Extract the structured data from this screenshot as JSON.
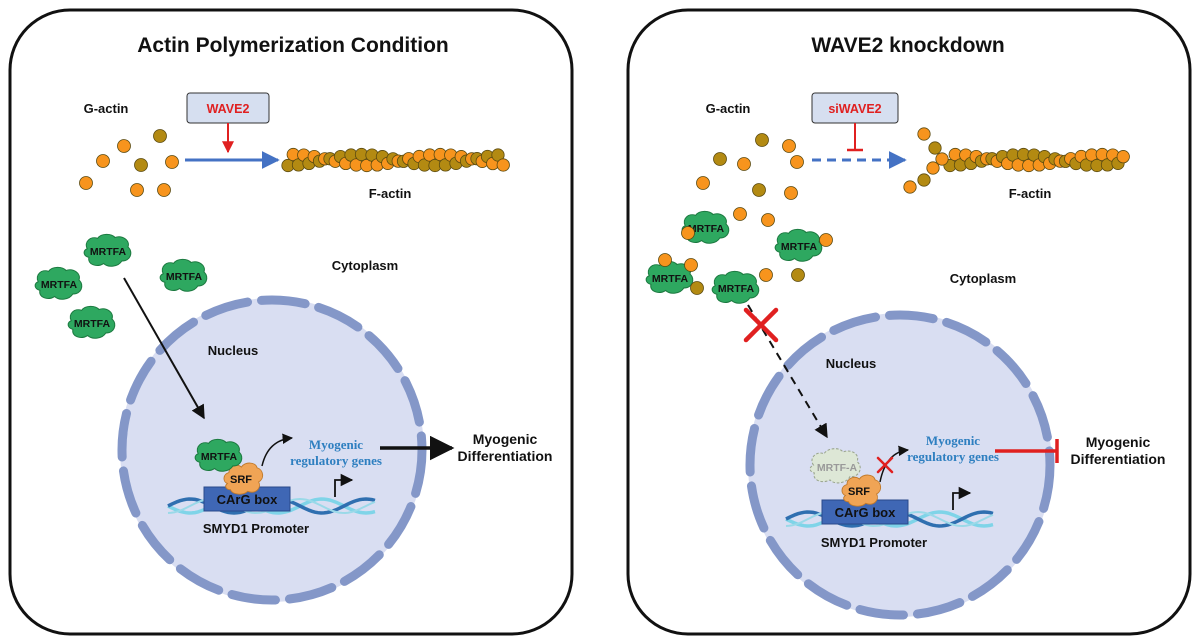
{
  "left": {
    "title": "Actin Polymerization Condition",
    "g_actin": "G-actin",
    "regulator": "WAVE2",
    "f_actin": "F-actin",
    "cytoplasm": "Cytoplasm",
    "nucleus": "Nucleus",
    "mrtfa": "MRTFA",
    "srf": "SRF",
    "carg": "CArG box",
    "genes_line1": "Myogenic",
    "genes_line2": "regulatory genes",
    "promoter": "SMYD1 Promoter",
    "outcome_line1": "Myogenic",
    "outcome_line2": "Differentiation"
  },
  "right": {
    "title": "WAVE2 knockdown",
    "g_actin": "G-actin",
    "regulator": "siWAVE2",
    "f_actin": "F-actin",
    "cytoplasm": "Cytoplasm",
    "nucleus": "Nucleus",
    "mrtfa": "MRTFA",
    "ghost_mrtfa": "MRTF-A",
    "srf": "SRF",
    "carg": "CArG box",
    "genes_line1": "Myogenic",
    "genes_line2": "regulatory genes",
    "promoter": "SMYD1 Promoter",
    "outcome_line1": "Myogenic",
    "outcome_line2": "Differentiation"
  },
  "colors": {
    "cell_border": "#111111",
    "nucleus_fill": "#d9def2",
    "nucleus_envelope": "#8497c8",
    "mrtfa": "#2ea860",
    "srf": "#f0a455",
    "carg": "#3f67b5",
    "actin_orange": "#f7941d",
    "actin_olive": "#b38a12",
    "blue_arrow": "#4472c4",
    "red": "#e02020",
    "gene_text": "#2e7fc0",
    "regulator_box": "#d6dff0"
  }
}
